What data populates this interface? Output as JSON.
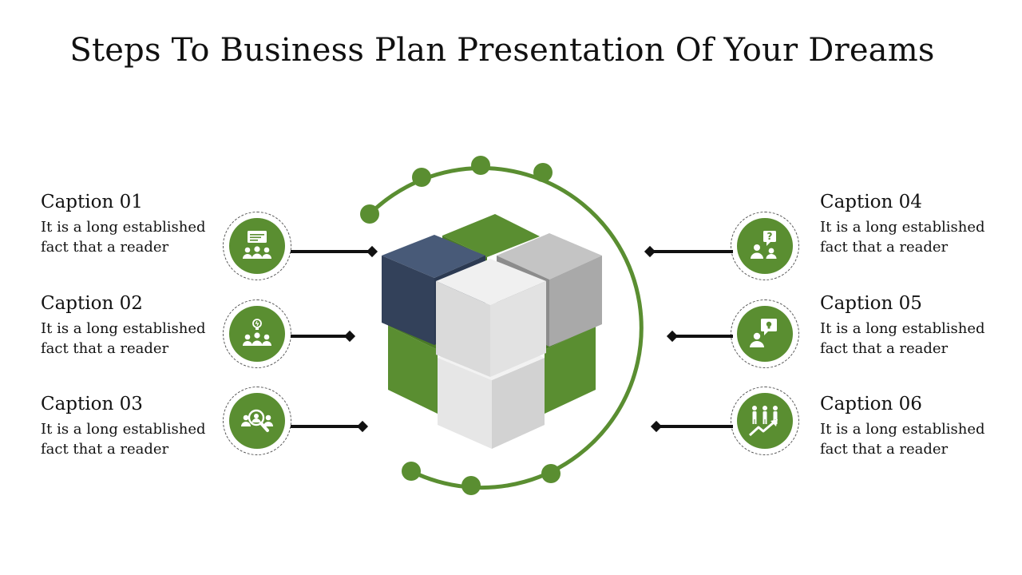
{
  "title": "Steps To Business Plan Presentation Of Your Dreams",
  "colors": {
    "accent": "#5a8e31",
    "navy": "#3b4a63",
    "connector": "#111111"
  },
  "steps": [
    {
      "caption": "Caption 01",
      "body": "It is a long established fact that a reader",
      "icon": "presentation-audience-icon"
    },
    {
      "caption": "Caption 02",
      "body": "It is a long established fact that a reader",
      "icon": "team-idea-icon"
    },
    {
      "caption": "Caption 03",
      "body": "It is a long established fact that a reader",
      "icon": "team-search-icon"
    },
    {
      "caption": "Caption 04",
      "body": "It is a long established fact that a reader",
      "icon": "people-question-icon"
    },
    {
      "caption": "Caption 05",
      "body": "It is a long established fact that a reader",
      "icon": "person-idea-icon"
    },
    {
      "caption": "Caption 06",
      "body": "It is a long established fact that a reader",
      "icon": "team-growth-icon"
    }
  ]
}
